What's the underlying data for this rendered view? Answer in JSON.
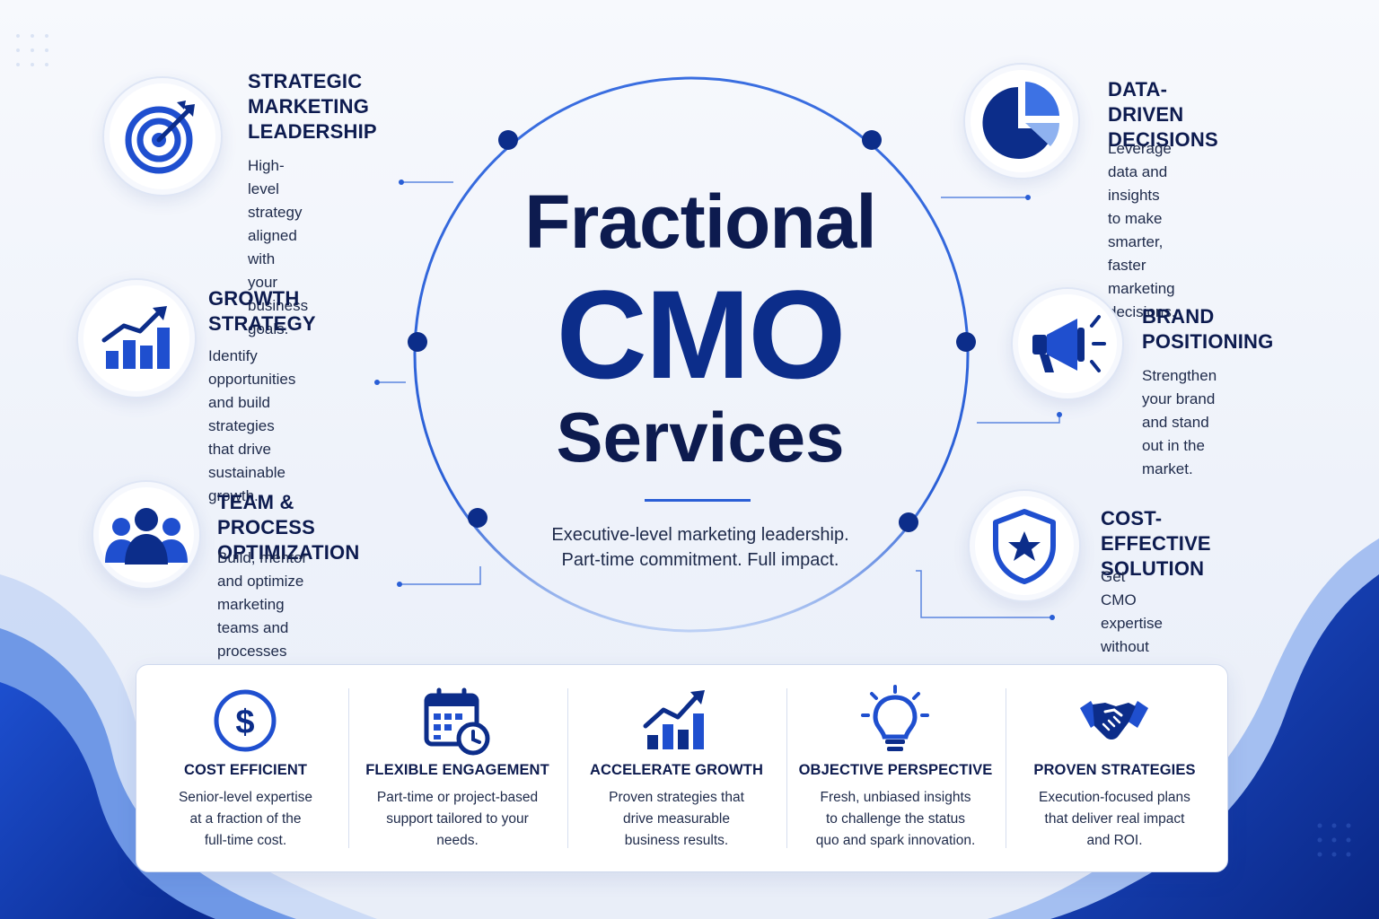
{
  "title": {
    "line1": "Fractional",
    "line2": "CMO",
    "line3": "Services",
    "tagline": "Executive-level marketing leadership.\nPart-time commitment. Full impact."
  },
  "features": [
    {
      "icon": "target-icon",
      "title": "STRATEGIC\nMARKETING\nLEADERSHIP",
      "description": "High-level strategy\naligned with your\nbusiness goals."
    },
    {
      "icon": "growth-chart-icon",
      "title": "GROWTH\nSTRATEGY",
      "description": "Identify opportunities\nand build strategies\nthat drive sustainable\ngrowth."
    },
    {
      "icon": "team-icon",
      "title": "TEAM & PROCESS\nOPTIMIZATION",
      "description": "Build, mentor and optimize\nmarketing teams and\nprocesses for better\nperformance."
    },
    {
      "icon": "pie-chart-icon",
      "title": "DATA-DRIVEN\nDECISIONS",
      "description": "Leverage data and\ninsights to make\nsmarter, faster\nmarketing decisions."
    },
    {
      "icon": "megaphone-icon",
      "title": "BRAND\nPOSITIONING",
      "description": "Strengthen your brand\nand stand out in the\nmarket."
    },
    {
      "icon": "shield-star-icon",
      "title": "COST-EFFECTIVE\nSOLUTION",
      "description": "Get CMO expertise\nwithout the cost of\na full-time hire."
    }
  ],
  "benefits": [
    {
      "icon": "dollar-icon",
      "title": "COST EFFICIENT",
      "description": "Senior-level expertise\nat a fraction of the\nfull-time cost."
    },
    {
      "icon": "calendar-clock-icon",
      "title": "FLEXIBLE ENGAGEMENT",
      "description": "Part-time or project-based\nsupport tailored to your\nneeds."
    },
    {
      "icon": "bar-growth-icon",
      "title": "ACCELERATE GROWTH",
      "description": "Proven strategies that\ndrive measurable\nbusiness results."
    },
    {
      "icon": "lightbulb-icon",
      "title": "OBJECTIVE PERSPECTIVE",
      "description": "Fresh, unbiased insights\nto challenge the status\nquo and spark innovation."
    },
    {
      "icon": "handshake-icon",
      "title": "PROVEN STRATEGIES",
      "description": "Execution-focused plans\nthat deliver real impact\nand ROI."
    }
  ],
  "colors": {
    "navy": "#0d1b4f",
    "brand_blue": "#0c2d8a",
    "accent_blue": "#2a5fd6",
    "light_blue": "#7fa8ee"
  }
}
